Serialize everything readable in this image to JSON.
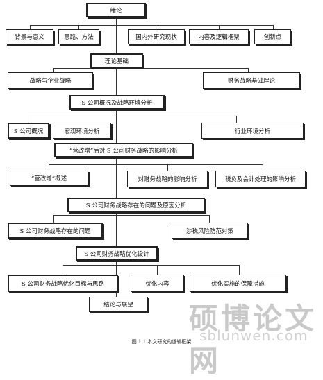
{
  "nodes": {
    "intro": "绪论",
    "background": "背景与意义",
    "approach": "思路、方法",
    "literature": "国内外研究现状",
    "framework": "内容及逻辑框架",
    "innovation": "创新点",
    "theory": "理论基础",
    "strategy": "战略与企业战略",
    "finance_theory": "财务战略基础理论",
    "overview": "S 公司概况及战略环境分析",
    "company": "S 公司概况",
    "macro": "宏观环境分析",
    "industry": "行业环境分析",
    "vat_impact": "“营改增”后对 S 公司财务战略的影响分析",
    "vat_overview": "“营改增”概述",
    "fin_impact": "对财务战略的影响分析",
    "tax_impact": "税负及会计处理的影响分析",
    "problems": "S 公司财务战略存在的问题及原因分析",
    "existing": "S 公司财务战略存在的问题",
    "risk": "涉税风险防范对策",
    "optimize": "S 公司财务战略优化设计",
    "goals": "S 公司财务战略优化目标与思路",
    "content": "优化内容",
    "measures": "优化实施的保障措施",
    "conclusion": "结论与展望"
  },
  "watermark": {
    "site_name": "硕博论文网",
    "url": "sblunwen.com"
  },
  "caption": "图 1.1 本文研究的逻辑框架"
}
